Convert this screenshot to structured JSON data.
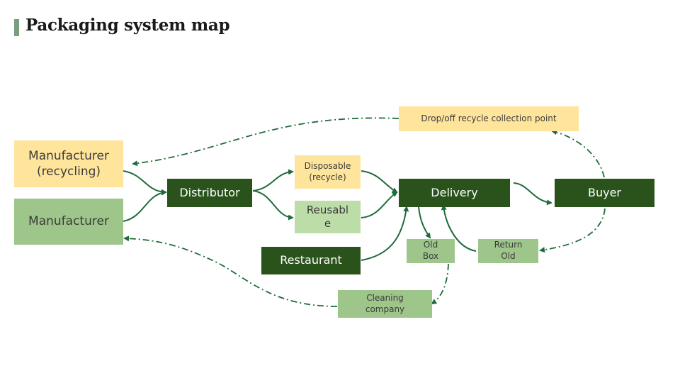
{
  "title": "Packaging system map",
  "colors": {
    "dark_green": "#2a531c",
    "light_green": "#9ec58a",
    "pale_green": "#bcdca8",
    "yellow": "#ffe49b",
    "arrow": "#1e6b3a"
  },
  "nodes": {
    "manufacturer_recycling": "Manufacturer\n(recycling)",
    "manufacturer": "Manufacturer",
    "distributor": "Distributor",
    "disposable": "Disposable\n(recycle)",
    "reusable": "Reusabl\ne",
    "restaurant": "Restaurant",
    "delivery": "Delivery",
    "buyer": "Buyer",
    "dropoff": "Drop/off recycle collection point",
    "old_box": "Old\nBox",
    "return_old": "Return\nOld",
    "cleaning": "Cleaning\ncompany"
  }
}
